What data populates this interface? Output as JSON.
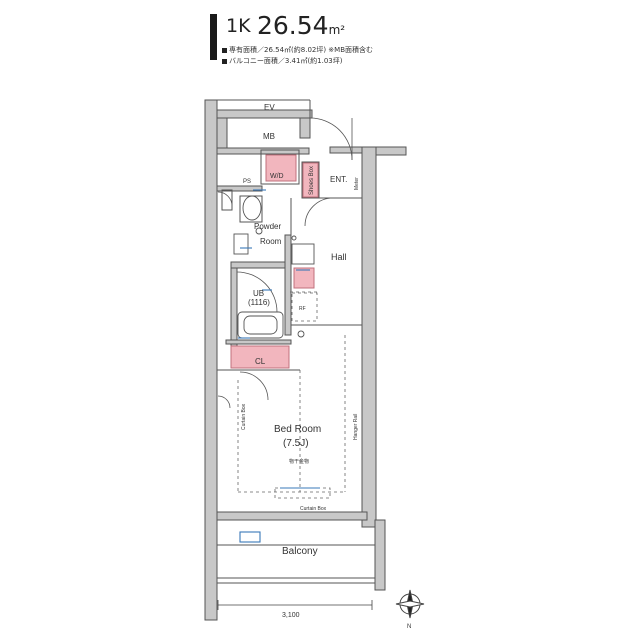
{
  "header": {
    "unit_type": "1K",
    "area": "26.54",
    "area_unit": "m²",
    "line1": "専有面積／26.54㎡(約8.02坪) ※MB面積含む",
    "line2": "バルコニー面積／3.41㎡(約1.03坪)"
  },
  "rooms": {
    "ev": "EV",
    "mb": "MB",
    "ps": "PS",
    "wd": "W/D",
    "shoe_box": "Shoes Box",
    "ent": "ENT.",
    "meter": "Meter",
    "powder": "Powder",
    "powder2": "Room",
    "hall": "Hall",
    "ub": "UB",
    "ub_size": "(1116)",
    "rf": "RF",
    "cl": "CL",
    "curtain_box_left": "Curtain Box",
    "hanger_rail": "Hanger Rail",
    "bedroom": "Bed Room",
    "bedroom_size": "(7.5J)",
    "drying": "物干金物",
    "curtain_box_bottom": "Curtain Box",
    "balcony": "Balcony",
    "dimension": "3,100",
    "north": "N"
  },
  "colors": {
    "wall": "#c8c8c8",
    "wall_stroke": "#555555",
    "storage_fill": "#f2b6be",
    "storage_stroke": "#c0707c",
    "fixture_blue": "#3a78b8",
    "dash": "#666666"
  }
}
